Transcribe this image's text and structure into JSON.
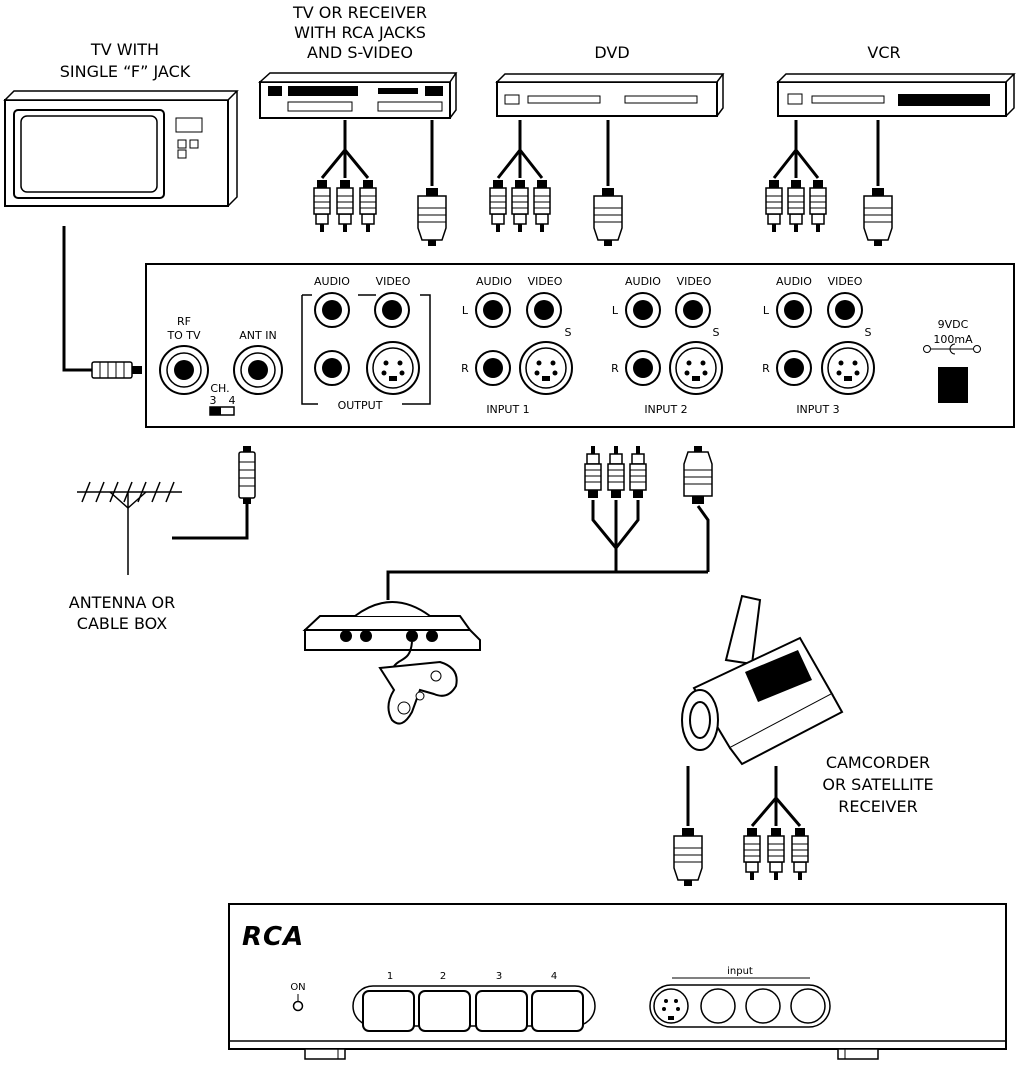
{
  "labels": {
    "tv_f_jack": [
      "TV WITH",
      "SINGLE “F” JACK"
    ],
    "tv_receiver": [
      "TV OR RECEIVER",
      "WITH RCA JACKS",
      "AND S-VIDEO"
    ],
    "dvd": "DVD",
    "vcr": "VCR",
    "antenna": [
      "ANTENNA OR",
      "CABLE BOX"
    ],
    "camcorder": [
      "CAMCORDER",
      "OR SATELLITE",
      "RECEIVER"
    ]
  },
  "switch_panel": {
    "rf_to_tv": [
      "RF",
      "TO TV"
    ],
    "ant_in": "ANT IN",
    "ch_label": "CH.",
    "ch_3": "3",
    "ch_4": "4",
    "audio": "AUDIO",
    "video": "VIDEO",
    "output": "OUTPUT",
    "left": "L",
    "right": "R",
    "svideo": "S",
    "input_1": "INPUT 1",
    "input_2": "INPUT 2",
    "input_3": "INPUT 3",
    "power_volts": "9VDC",
    "power_current": "100mA"
  },
  "front_panel": {
    "brand": "RCA",
    "on_label": "ON",
    "buttons": [
      "1",
      "2",
      "3",
      "4"
    ],
    "input_label": "input"
  }
}
